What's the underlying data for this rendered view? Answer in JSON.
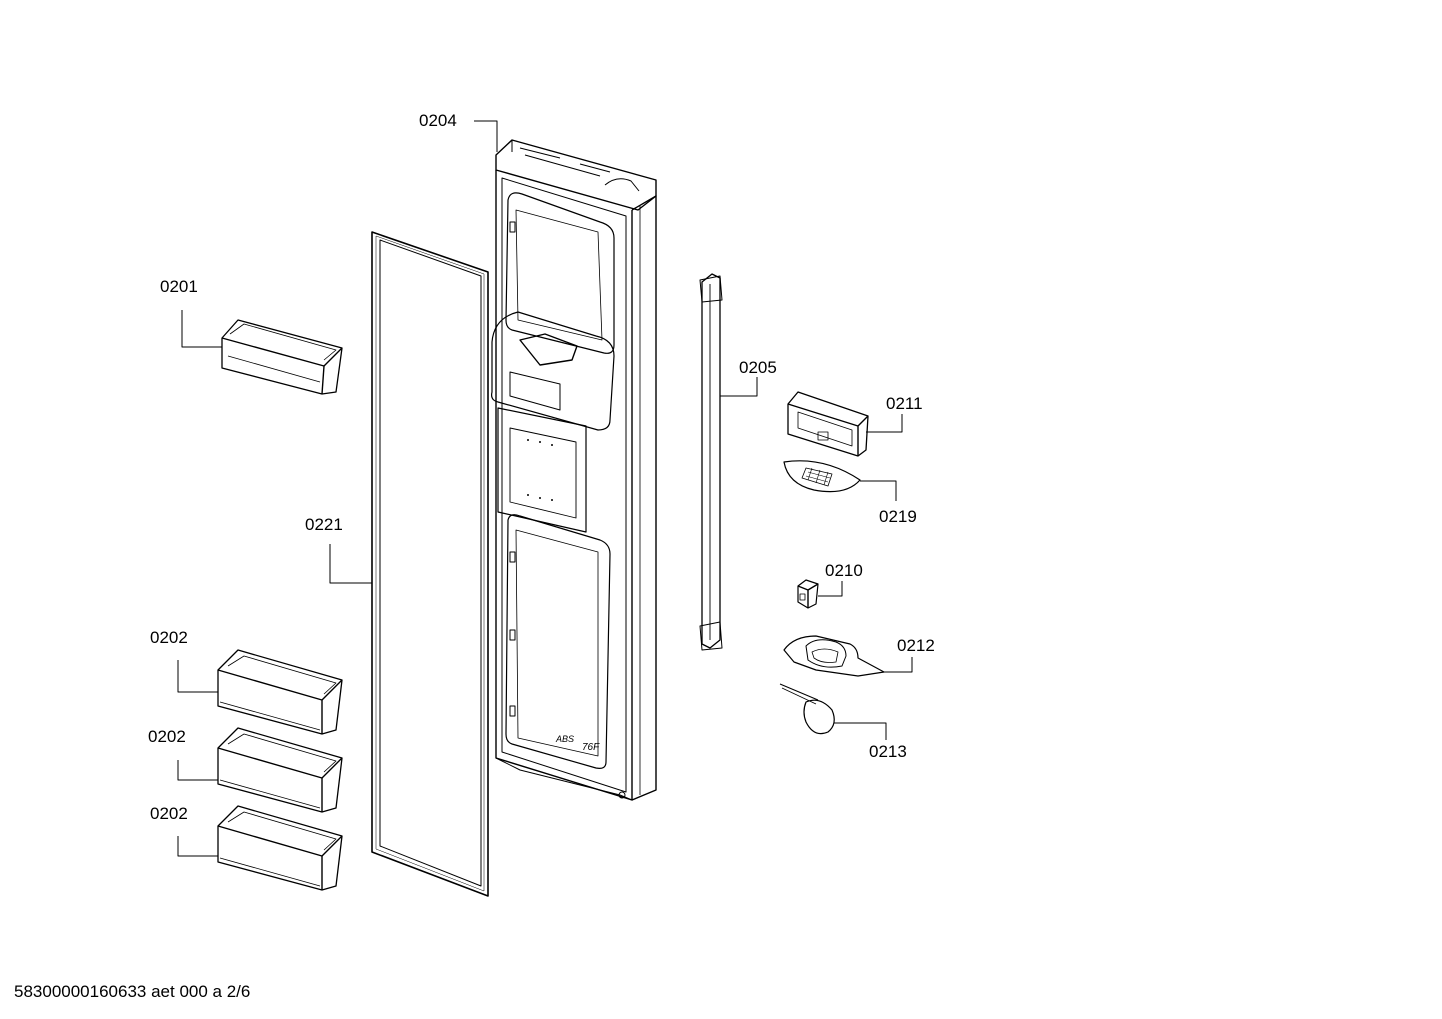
{
  "parts": [
    {
      "id": "0204"
    },
    {
      "id": "0201"
    },
    {
      "id": "0205"
    },
    {
      "id": "0211"
    },
    {
      "id": "0219"
    },
    {
      "id": "0221"
    },
    {
      "id": "0210"
    },
    {
      "id": "0202"
    },
    {
      "id": "0212"
    },
    {
      "id": "0202"
    },
    {
      "id": "0213"
    },
    {
      "id": "0202"
    }
  ],
  "door_marking": "76F",
  "footer": {
    "document_code": "58300000160633 aet 000 a 2/6"
  }
}
